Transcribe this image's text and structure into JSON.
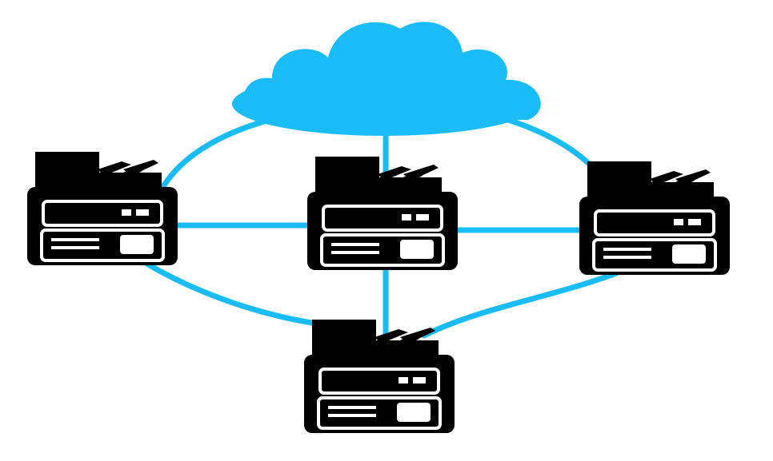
{
  "diagram": {
    "cloud": {
      "icon": "cloud-icon",
      "color": "#1ABCF7"
    },
    "devices": [
      {
        "id": "printer-left",
        "icon": "printer-icon"
      },
      {
        "id": "printer-center",
        "icon": "printer-icon"
      },
      {
        "id": "printer-right",
        "icon": "printer-icon"
      },
      {
        "id": "printer-bottom",
        "icon": "printer-icon"
      }
    ],
    "links": [
      {
        "from": "cloud",
        "to": "printer-left"
      },
      {
        "from": "cloud",
        "to": "printer-center"
      },
      {
        "from": "cloud",
        "to": "printer-right"
      },
      {
        "from": "printer-left",
        "to": "printer-center"
      },
      {
        "from": "printer-center",
        "to": "printer-right"
      },
      {
        "from": "printer-left",
        "to": "printer-bottom"
      },
      {
        "from": "printer-center",
        "to": "printer-bottom"
      },
      {
        "from": "printer-right",
        "to": "printer-bottom"
      }
    ],
    "colors": {
      "link": "#1ABCF7",
      "device": "#000000",
      "device_detail": "#ffffff",
      "background": "#ffffff"
    }
  }
}
